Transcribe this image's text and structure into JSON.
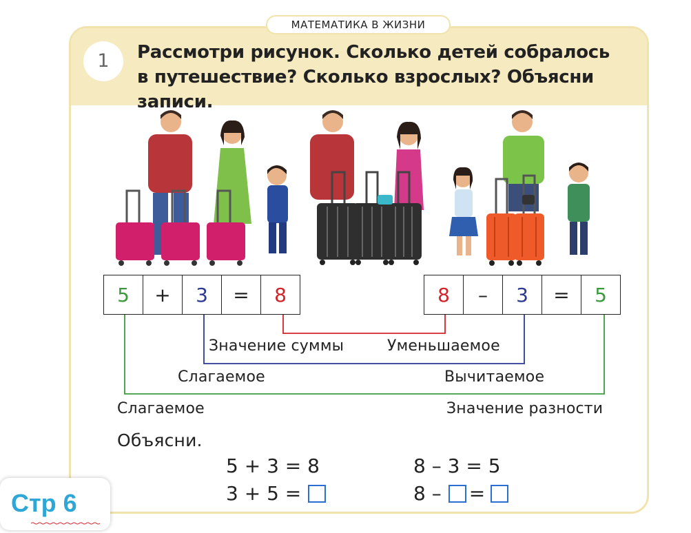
{
  "header": {
    "section": "МАТЕМАТИКА В ЖИЗНИ",
    "task_number": "1",
    "task_line1": "Рассмотри рисунок. Сколько детей собралось",
    "task_line2": "в путешествие? Сколько взрослых? Объясни записи."
  },
  "equation_left": [
    "5",
    "+",
    "3",
    "=",
    "8"
  ],
  "equation_right": [
    "8",
    "–",
    "3",
    "=",
    "5"
  ],
  "labels": {
    "sum_value": "Значение суммы",
    "minuend": "Уменьшаемое",
    "addend_2": "Слагаемое",
    "subtrahend": "Вычитаемое",
    "addend_1": "Слагаемое",
    "difference_value": "Значение разности"
  },
  "explain": "Объясни.",
  "exercises": {
    "e1": "5 + 3 = 8",
    "e2_prefix": "3 + 5 =",
    "e3": "8 – 3 = 5",
    "e4_prefix": "8 –",
    "e4_mid": "="
  },
  "page_badge": "Стр 6",
  "colors": {
    "green": "#3a9a3d",
    "blue": "#2d3892",
    "red": "#d2232a",
    "header_bg": "#f6eac0",
    "badge": "#2fa7d6"
  }
}
